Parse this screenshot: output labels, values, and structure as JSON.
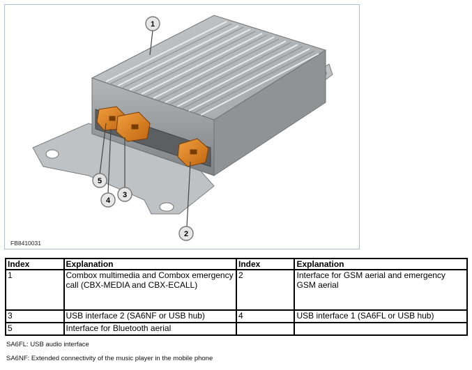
{
  "figure": {
    "code": "FB8410031",
    "callouts": [
      "1",
      "2",
      "3",
      "4",
      "5"
    ]
  },
  "table": {
    "headers": [
      "Index",
      "Explanation",
      "Index",
      "Explanation"
    ],
    "rows": [
      [
        "1",
        "Combox multimedia and Combox emergency call (CBX-MEDIA and CBX-ECALL)",
        "2",
        "Interface for GSM aerial and emergency GSM aerial"
      ],
      [
        "3",
        "USB interface 2 (SA6NF or USB hub)",
        "4",
        "USB interface 1 (SA6FL or USB hub)"
      ],
      [
        "5",
        "Interface for Bluetooth aerial",
        "",
        ""
      ]
    ]
  },
  "notes": [
    "SA6FL: USB audio interface",
    "SA6NF: Extended connectivity of the music player in the mobile phone"
  ]
}
